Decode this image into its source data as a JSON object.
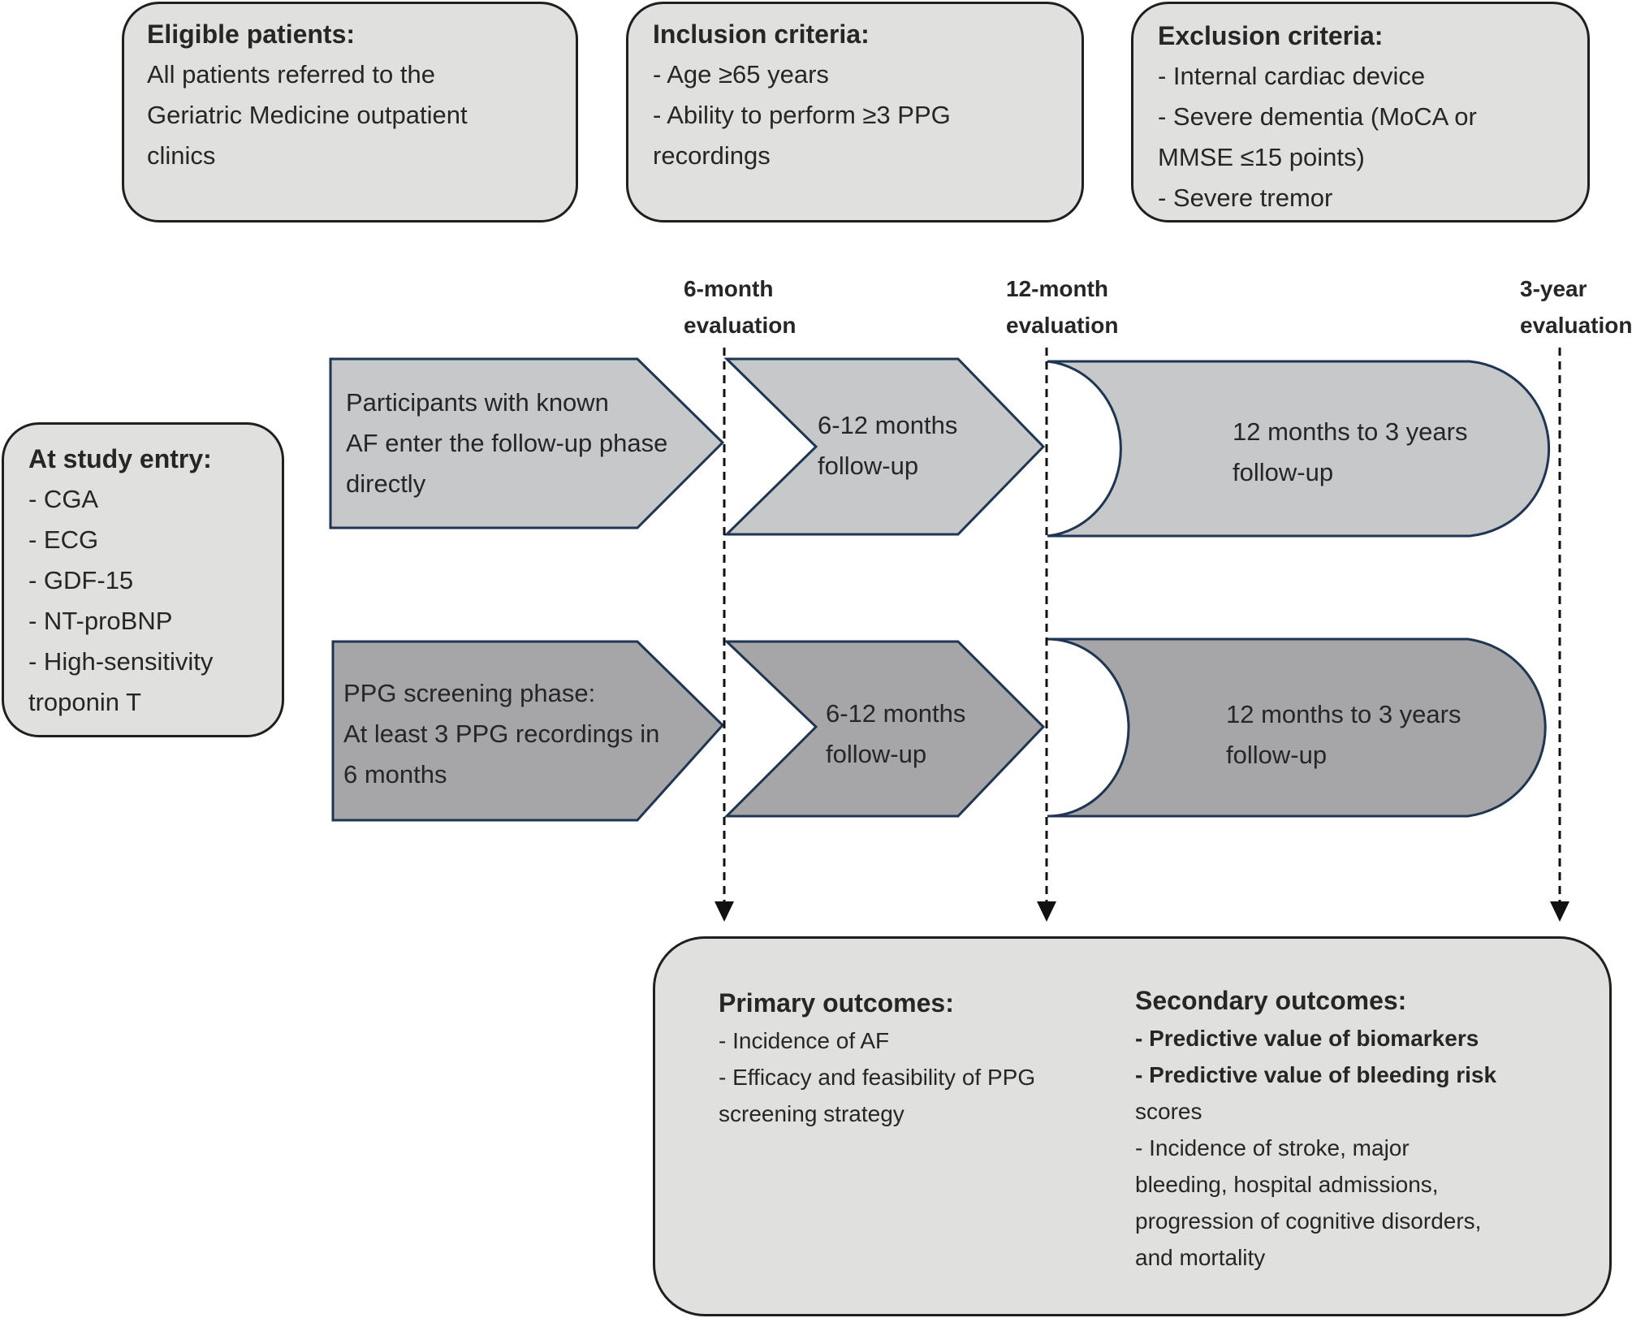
{
  "eligible": {
    "title": "Eligible patients:",
    "lines": [
      "All patients referred to the",
      "Geriatric Medicine outpatient",
      "clinics"
    ]
  },
  "inclusion": {
    "title": "Inclusion criteria:",
    "lines": [
      "- Age ≥65 years",
      "- Ability to perform ≥3 PPG",
      "recordings"
    ]
  },
  "exclusion": {
    "title": "Exclusion criteria:",
    "lines": [
      "- Internal cardiac device",
      "- Severe dementia (MoCA or",
      "MMSE ≤15 points)",
      "- Severe tremor"
    ]
  },
  "study_entry": {
    "title": "At study entry:",
    "lines": [
      "- CGA",
      "- ECG",
      "- GDF-15",
      "- NT-proBNP",
      "- High-sensitivity",
      "troponin T"
    ]
  },
  "evaluations": {
    "six_month": [
      "6-month",
      "evaluation"
    ],
    "twelve_month": [
      "12-month",
      "evaluation"
    ],
    "three_year": [
      "3-year",
      "evaluation"
    ]
  },
  "known_af_track": {
    "entry": [
      "Participants with known",
      "AF enter the follow-up phase",
      "directly"
    ],
    "followup_6_12": [
      "6-12 months",
      "follow-up"
    ],
    "followup_12_36": [
      "12 months to 3 years",
      "follow-up"
    ]
  },
  "ppg_track": {
    "entry": [
      "PPG screening phase:",
      "At least 3 PPG recordings in",
      "6 months"
    ],
    "followup_6_12": [
      "6-12 months",
      "follow-up"
    ],
    "followup_12_36": [
      "12 months to 3 years",
      "follow-up"
    ]
  },
  "outcomes": {
    "primary": {
      "title": "Primary outcomes:",
      "lines": [
        "- Incidence of AF",
        "- Efficacy and feasibility of PPG",
        "screening strategy"
      ]
    },
    "secondary": {
      "title": "Secondary outcomes:",
      "lines": [
        "- Predictive value of biomarkers",
        "- Predictive value of bleeding risk",
        "scores",
        "- Incidence of stroke, major",
        "bleeding, hospital admissions,",
        "progression of cognitive disorders,",
        "and mortality"
      ]
    }
  },
  "colors": {
    "known_af_fill": "#c6c8c9",
    "ppg_fill": "#a6a5a7",
    "shape_stroke": "#1e3553",
    "box_fill": "#e0e0df"
  }
}
